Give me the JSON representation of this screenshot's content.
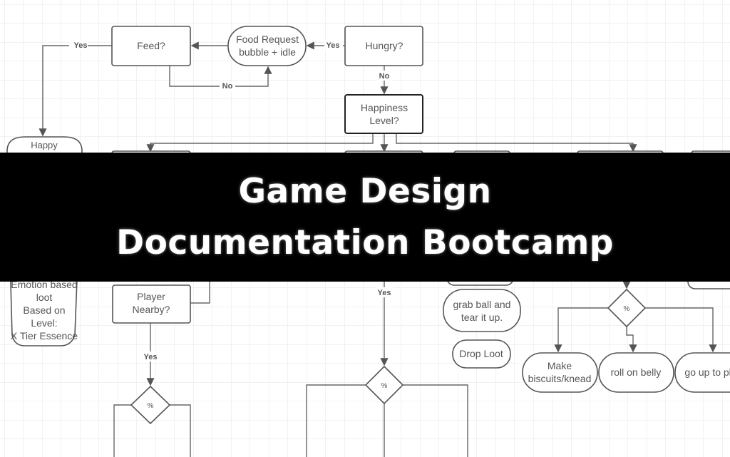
{
  "banner": {
    "line1": "Game Design",
    "line2": "Documentation Bootcamp"
  },
  "diagram": {
    "nodes": {
      "feed": "Feed?",
      "food_request_1": "Food Request",
      "food_request_2": "bubble + idle",
      "hungry": "Hungry?",
      "happiness_1": "Happiness",
      "happiness_2": "Level?",
      "happy_top": "Happy",
      "happy_1": "Emotion based",
      "happy_2": "loot",
      "happy_3": "Based on",
      "happy_4": "Level:",
      "happy_5": "X Tier Essence",
      "player_1": "Player",
      "player_2": "Nearby?",
      "grab_1": "grab ball and",
      "grab_2": "tear it up.",
      "drop_loot": "Drop Loot",
      "make_1": "Make",
      "make_2": "biscuits/knead",
      "roll": "roll on belly",
      "go_up": "go up to pla",
      "pct": "%"
    },
    "labels": {
      "yes": "Yes",
      "no": "No"
    }
  }
}
